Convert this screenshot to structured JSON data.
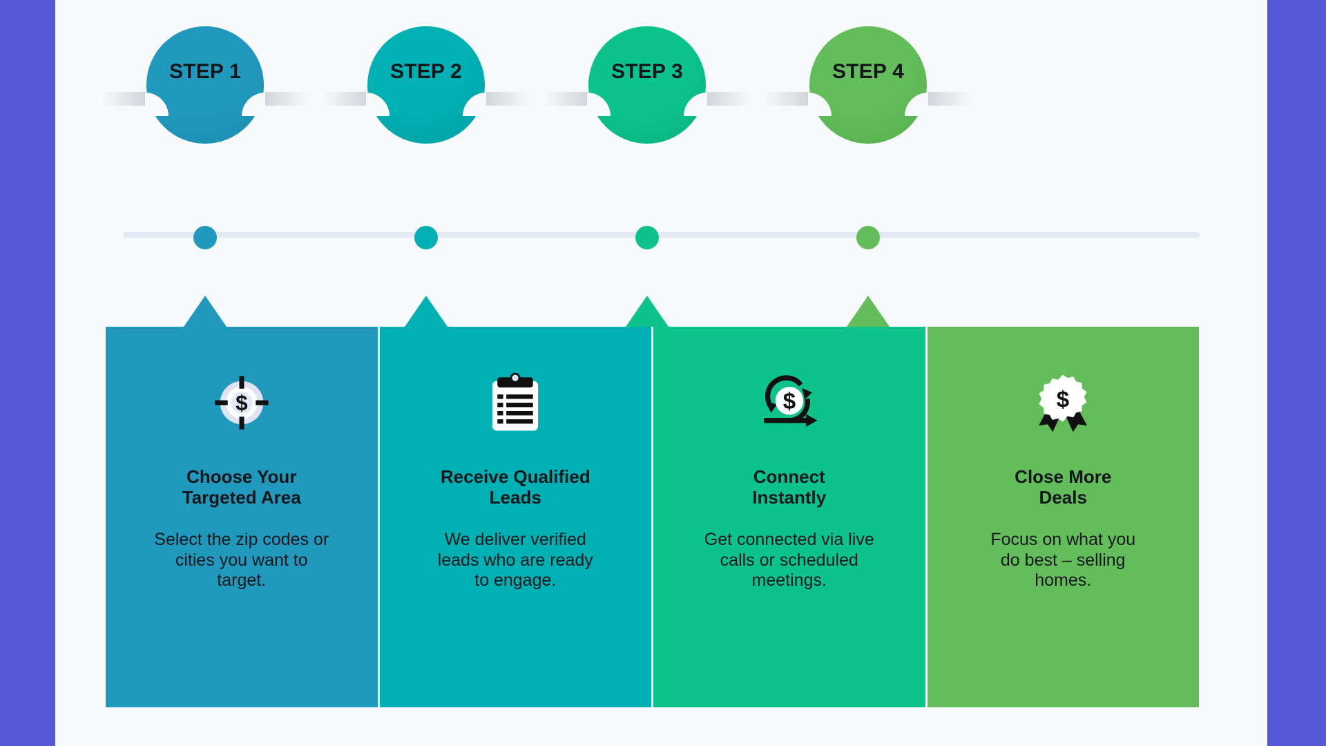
{
  "theme": {
    "page_bg": "#5457d6",
    "stage_bg": "#f7f9fb",
    "track_color": "#e3e9f2",
    "text_dark": "#13171c"
  },
  "steps": [
    {
      "label": "STEP 1",
      "color": "#2199bd",
      "color_dark": "#1b8bae",
      "dot_color": "#2199bd",
      "icon": "target-dollar-icon",
      "title": "Choose Your\nTargeted Area",
      "description": "Select the zip codes or\ncities you want to\ntarget."
    },
    {
      "label": "STEP 2",
      "color": "#00b0b3",
      "color_dark": "#009fa3",
      "dot_color": "#00b0b3",
      "icon": "clipboard-list-icon",
      "title": "Receive Qualified\nLeads",
      "description": "We deliver verified\nleads who are ready\nto engage."
    },
    {
      "label": "STEP 3",
      "color": "#0cc38c",
      "color_dark": "#08b27f",
      "dot_color": "#0cc38c",
      "icon": "money-cycle-icon",
      "title": "Connect\nInstantly",
      "description": "Get connected via live\ncalls or scheduled\nmeetings."
    },
    {
      "label": "STEP 4",
      "color": "#63bd5a",
      "color_dark": "#55ae4d",
      "dot_color": "#63bd5a",
      "icon": "award-dollar-icon",
      "title": "Close More\nDeals",
      "description": "Focus on what you\ndo best – selling\nhomes."
    }
  ]
}
